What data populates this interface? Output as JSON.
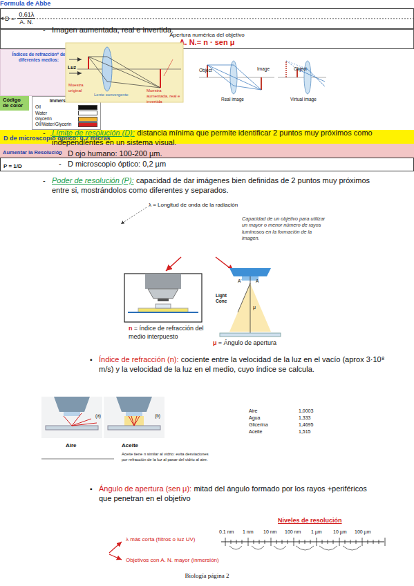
{
  "diagram": {
    "nodes": [
      {
        "text": [
          "Formula de Abbe",
          "D =",
          "0,61λ",
          "A. N."
        ]
      },
      {
        "text": [
          "Apertura numérica del objetivo",
          "A. N.= n · sen μ"
        ]
      },
      {
        "text": [
          "Índices de refracción* de diferentes medios:"
        ]
      },
      {
        "text": [
          "Código de color",
          "Immersion fluid"
        ]
      },
      {
        "text": [
          "D de microscopio óptico: 0,2 micras"
        ]
      },
      {
        "text": [
          "Aumentar la Resolución"
        ]
      },
      {
        "text": [
          "P = 1/D"
        ]
      }
    ],
    "edges": [
      {
        "from": 0,
        "to": 1,
        "arrow": "to"
      }
    ],
    "labels": [
      "-",
      "Imagen aumentada, real e invertida.",
      "Luz",
      "Muestra original",
      "Lente convergente",
      "Muestra aumentada, real e invertida",
      "Object",
      "Image",
      "Real image",
      "Object",
      "Virtual image",
      "-",
      "Límite de resolución (D):",
      "distancia mínima que permite identificar 2 puntos muy próximos como independientes en un sistema visual.",
      "-",
      "D ojo humano: 100-200 µm.",
      "-",
      "D microscopio óptico: 0,2 µm",
      "-",
      "Poder de resolución (P):",
      "capacidad de dar imágenes bien definidas de 2 puntos muy próximos entre si, mostrándolos como diferentes y separados.",
      "λ = Longitud de onda de la radiación",
      "Capacidad de un objetivo para utilizar un mayor o menor número de rayos luminosos en la formación de la imagen.",
      "n",
      "= índice de refracción del medio interpuesto",
      "μ",
      "= Ángulo de apertura",
      "Light Cone",
      "A'",
      "A",
      "μ",
      "▪",
      "Índice de refracción (n):",
      "cociente entre la velocidad de la luz en el vacío (aprox 3·10⁸ m/s) y la velocidad de la luz en el medio, cuyo índice se calcula.",
      "Aire",
      "Aceite",
      "(a)",
      "(b)",
      "Aceite tiene n similar al vidrio: evita desviaciones por refracción de la luz al pasar del vidrio al aire.",
      "Aire",
      "1,0003",
      "Agua",
      "1,333",
      "Glicerina",
      "1,4695",
      "Aceite",
      "1,515",
      "▪",
      "Ángulo de apertura (sen μ):",
      "mitad del ángulo formado por los rayos +periféricos que penetran en el objetivo",
      "λ más corta (filtros o luz UV)",
      "Objetivos con A. N. mayor (inmersión)",
      "Niveles de resolución",
      "0.1 nm",
      "1 nm",
      "10 nm",
      "100 nm",
      "1 µm",
      "10 µm",
      "100 µm",
      "Biología página 2"
    ],
    "legend": [
      {
        "text": "Oil",
        "color": "#111111"
      },
      {
        "text": "Water",
        "color": "#ffffff"
      },
      {
        "text": "Glycerin",
        "color": "#f2b530"
      },
      {
        "text": "Oil/Water/Glycerin",
        "color": "#d42020"
      }
    ]
  }
}
